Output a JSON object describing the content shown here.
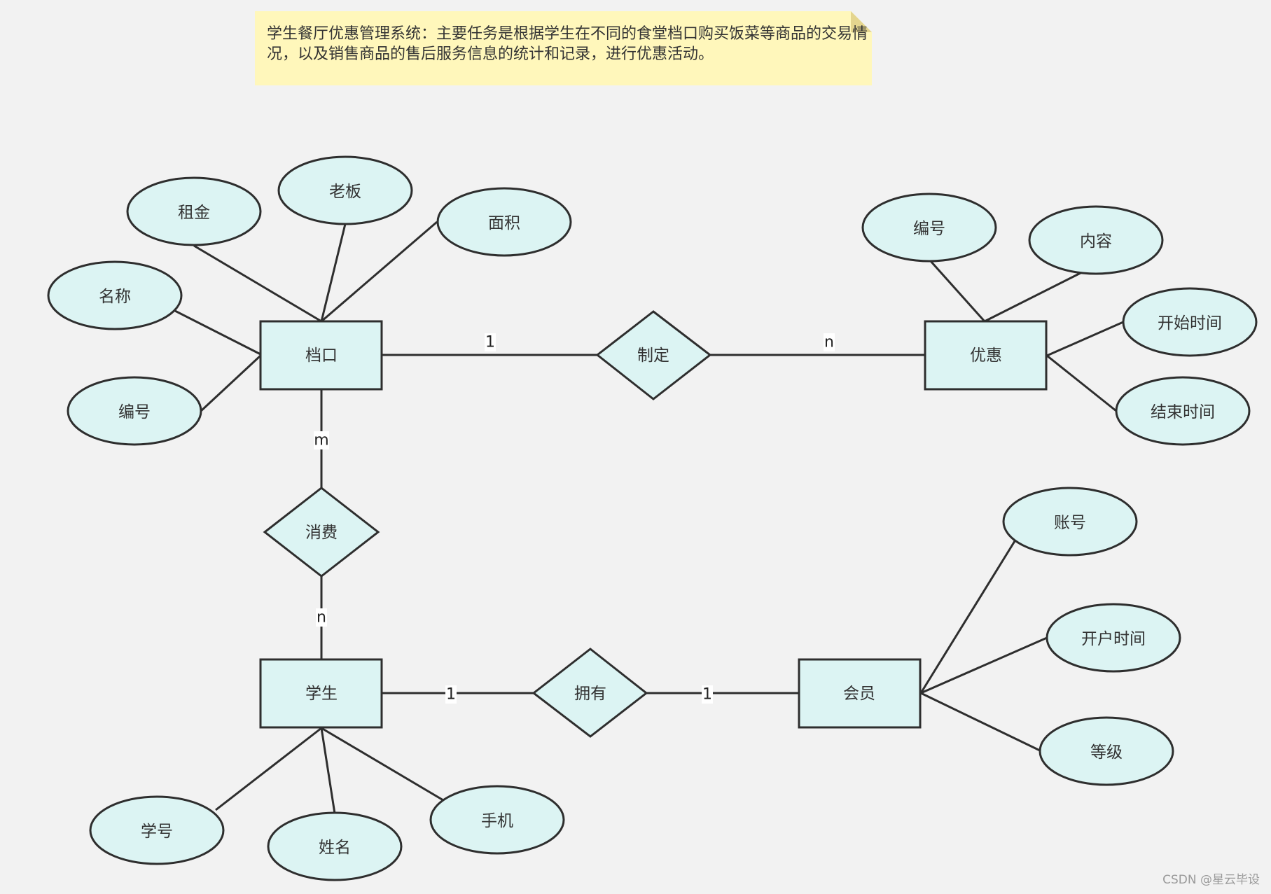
{
  "note": {
    "text": "学生餐厅优惠管理系统：主要任务是根据学生在不同的食堂档口购买饭菜等商品的交易情况，以及销售商品的售后服务信息的统计和记录，进行优惠活动。",
    "bg_color": "#fff7bb",
    "fold_color": "#e4d58e"
  },
  "colors": {
    "shape_fill": "#dcf4f3",
    "stroke": "#2e2e2e",
    "background": "#f2f2f2"
  },
  "entities": {
    "stall": "档口",
    "discount": "优惠",
    "student": "学生",
    "member": "会员"
  },
  "relationships": {
    "make": "制定",
    "consume": "消费",
    "own": "拥有"
  },
  "attributes": {
    "stall_rent": "租金",
    "stall_boss": "老板",
    "stall_area": "面积",
    "stall_name": "名称",
    "stall_id": "编号",
    "discount_id": "编号",
    "discount_content": "内容",
    "discount_start": "开始时间",
    "discount_end": "结束时间",
    "member_account": "账号",
    "member_open_time": "开户时间",
    "member_level": "等级",
    "student_no": "学号",
    "student_name": "姓名",
    "student_phone": "手机"
  },
  "cardinalities": {
    "stall_make": "1",
    "make_discount": "n",
    "stall_consume": "m",
    "consume_student": "n",
    "student_own": "1",
    "own_member": "1"
  },
  "watermark": "CSDN @星云毕设"
}
